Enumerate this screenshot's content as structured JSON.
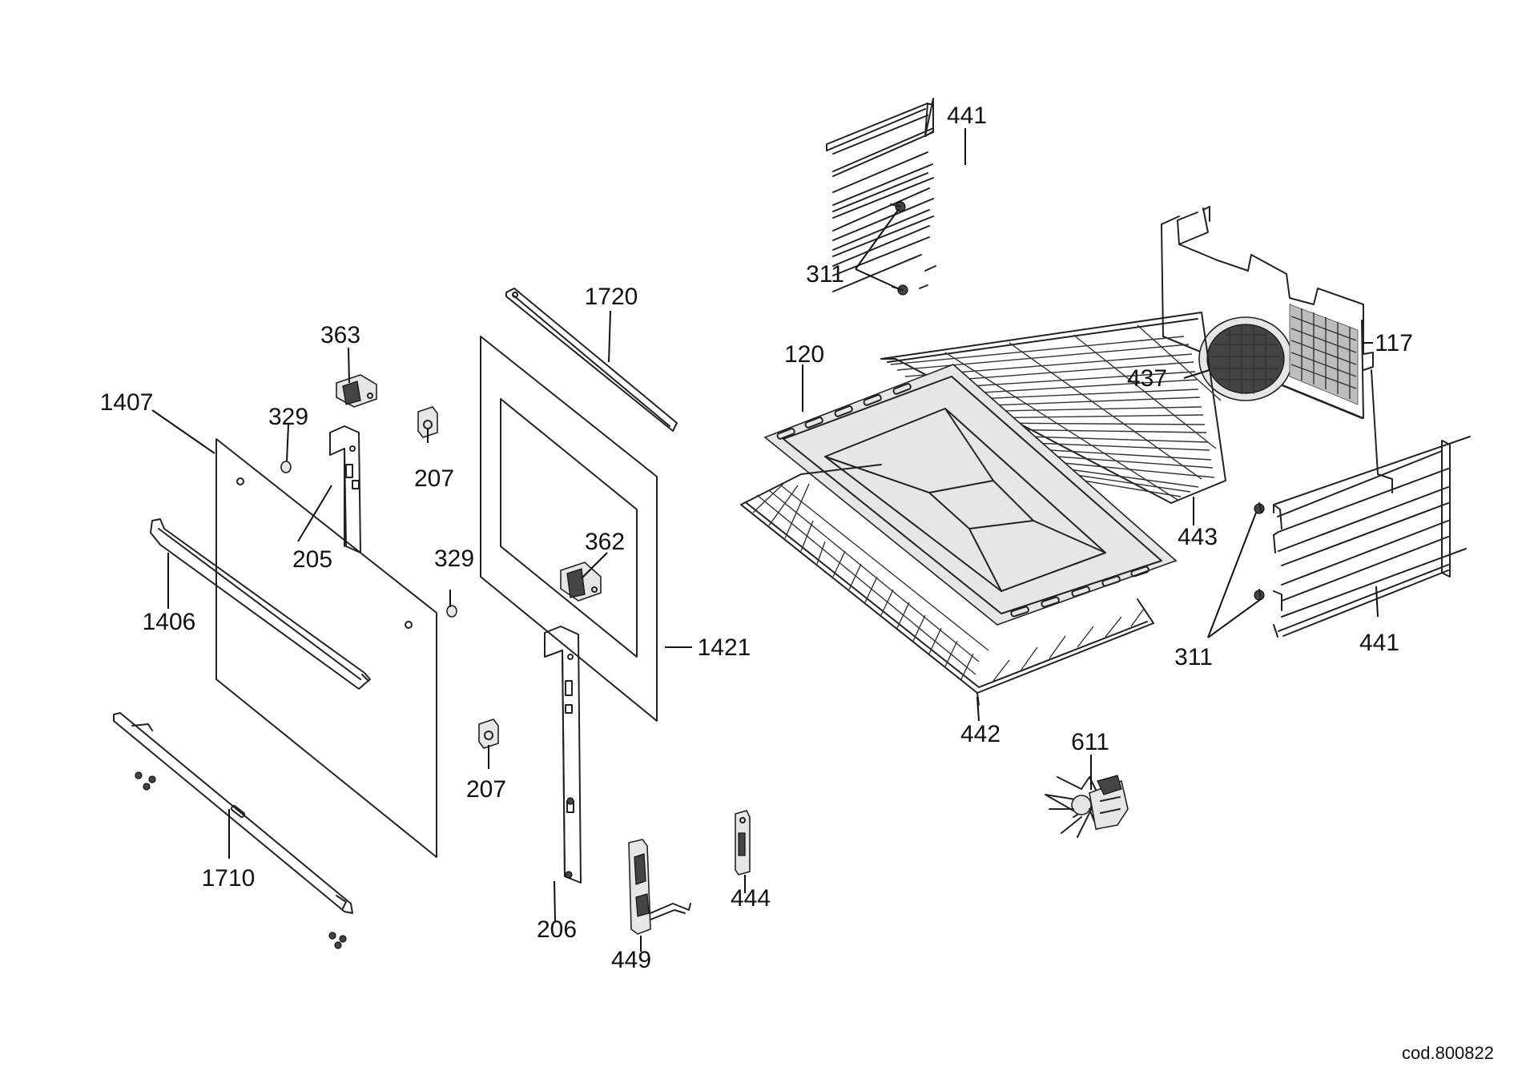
{
  "callouts": {
    "c441_top": "441",
    "c311_top": "311",
    "c1720": "1720",
    "c363": "363",
    "c1407": "1407",
    "c329_a": "329",
    "c207_a": "207",
    "c205": "205",
    "c120": "120",
    "c117": "117",
    "c437": "437",
    "c362": "362",
    "c329_b": "329",
    "c1406": "1406",
    "c1421": "1421",
    "c443": "443",
    "c441_bottom": "441",
    "c311_bottom": "311",
    "c442": "442",
    "c611": "611",
    "c207_b": "207",
    "c1710": "1710",
    "c444": "444",
    "c206": "206",
    "c449": "449"
  },
  "footer": {
    "code": "cod.800822"
  }
}
